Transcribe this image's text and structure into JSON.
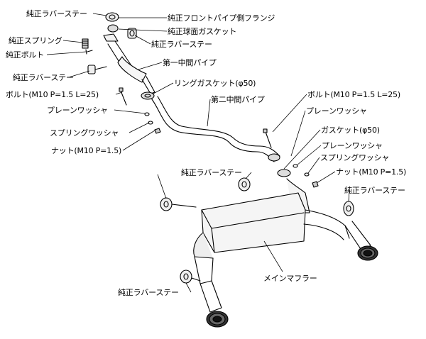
{
  "labels": {
    "rubber_stay_top": "純正ラバーステー",
    "front_pipe_flange": "純正フロントパイプ側フランジ",
    "ball_gasket": "純正球面ガスケット",
    "spring": "純正スプリング",
    "rubber_stay_mid": "純正ラバーステー",
    "bolt_stock": "純正ボルト",
    "first_mid_pipe": "第一中間パイプ",
    "rubber_stay_left": "純正ラバーステー",
    "ring_gasket": "リングガスケット(φ50)",
    "bolt_left": "ボルト(M10 P=1.5 L=25)",
    "second_mid_pipe": "第二中間パイプ",
    "bolt_right": "ボルト(M10 P=1.5 L=25)",
    "plain_washer_left": "プレーンワッシャ",
    "plain_washer_right": "プレーンワッシャ",
    "spring_washer_left": "スプリングワッシャ",
    "gasket_right": "ガスケット(φ50)",
    "nut_left": "ナット(M10 P=1.5)",
    "plain_washer_right2": "プレーンワッシャ",
    "spring_washer_right": "スプリングワッシャ",
    "rubber_stay_center": "純正ラバーステー",
    "nut_right": "ナット(M10 P=1.5)",
    "rubber_stay_far_right": "純正ラバーステー",
    "main_muffler": "メインマフラー",
    "rubber_stay_bottom": "純正ラバーステー"
  }
}
